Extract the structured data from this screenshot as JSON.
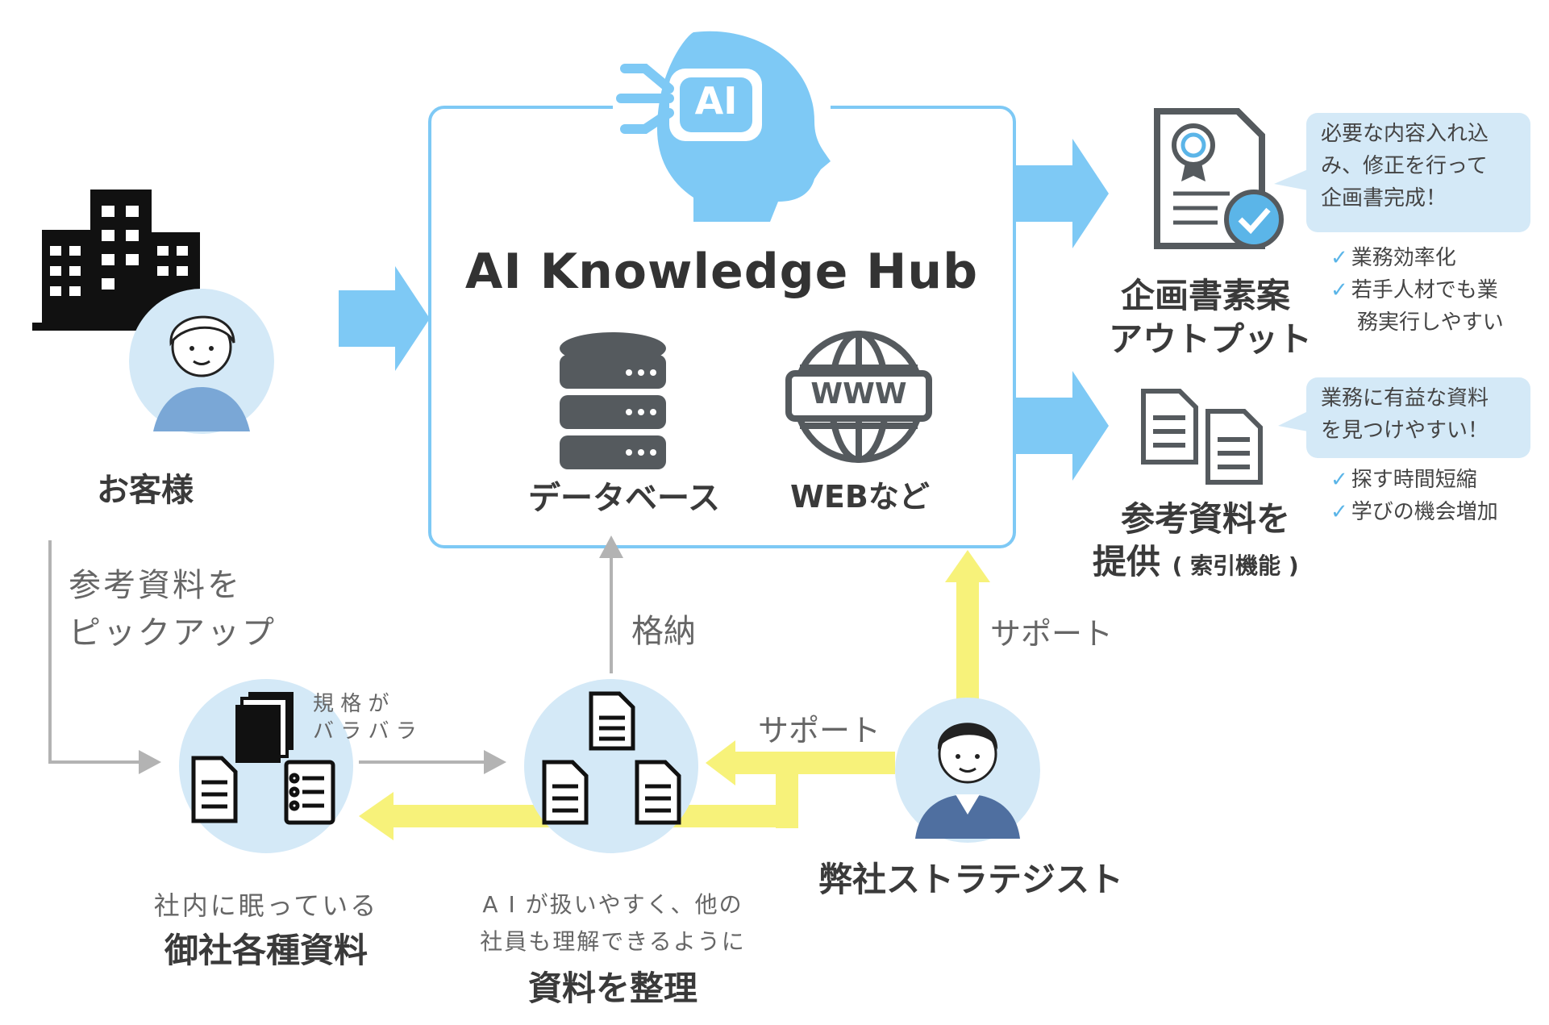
{
  "hub": {
    "ai_badge": "AI",
    "title": "AI Knowledge Hub",
    "database_label": "データベース",
    "web_label": "WEBなど",
    "www_label": "WWW"
  },
  "customer": {
    "label": "お客様",
    "pickup_line1": "参考資料を",
    "pickup_line2": "ピックアップ"
  },
  "outputs": {
    "plan": {
      "label_line1": "企画書素案",
      "label_line2": "アウトプット",
      "bubble": [
        "必要な内容入れ込",
        "み、修正を行って",
        "企画書完成！"
      ],
      "benefits": [
        "業務効率化",
        "若手人材でも業",
        "務実行しやすい"
      ]
    },
    "reference": {
      "label_line1": "参考資料を",
      "label_line2": "提供",
      "label_note": "( 索引機能 )",
      "bubble": [
        "業務に有益な資料",
        "を見つけやすい！"
      ],
      "benefits": [
        "探す時間短縮",
        "学びの機会増加"
      ]
    }
  },
  "flow": {
    "store_label": "格納",
    "support_up": "サポート",
    "support_left": "サポート",
    "scattered_note_line1": "規 格 が",
    "scattered_note_line2": "バ ラ バ ラ"
  },
  "docs_node": {
    "caption_line1": "社内に眠っている",
    "caption_line2": "御社各種資料"
  },
  "organize_node": {
    "caption_line1": "A I が扱いやすく、他の",
    "caption_line2": "社員も理解できるように",
    "caption_line3": "資料を整理"
  },
  "strategist": {
    "label": "弊社ストラテジスト"
  },
  "colors": {
    "blue_arrow": "#7ec9f5",
    "yellow_arrow": "#f7f27a",
    "circle_fill": "#d4e9f7",
    "gray_arrow": "#b3b3b3",
    "dark_icon": "#555a5e"
  }
}
